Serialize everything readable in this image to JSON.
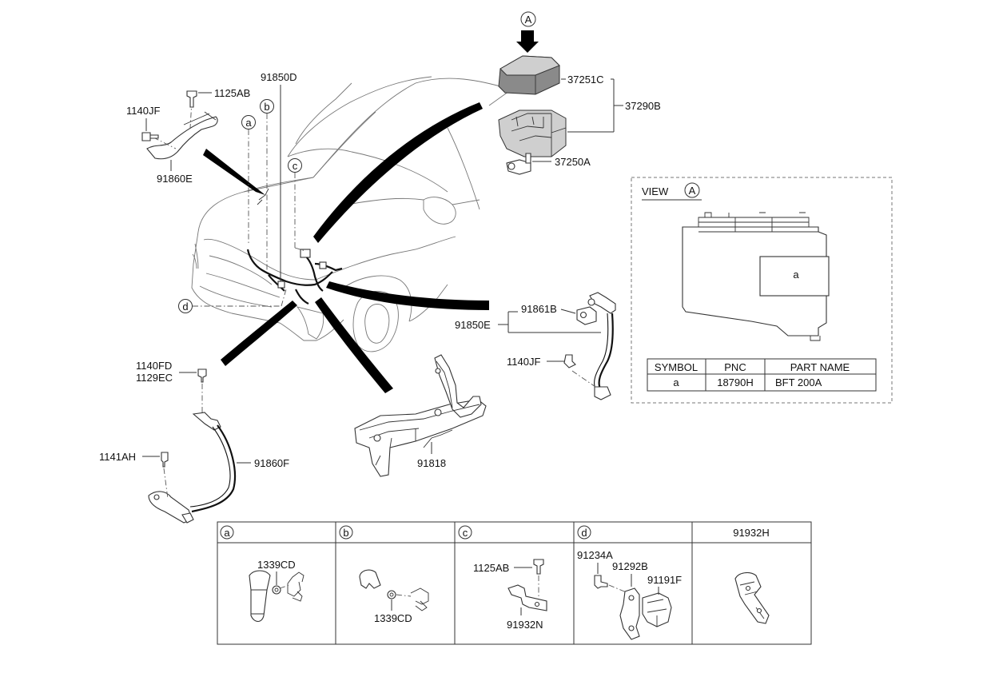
{
  "callouts": {
    "p1125AB_top": "1125AB",
    "p1140JF_left": "1140JF",
    "p91860E": "91860E",
    "p91850D": "91850D",
    "p37251C": "37251C",
    "p37290B": "37290B",
    "p37250A": "37250A",
    "p91861B": "91861B",
    "p91850E": "91850E",
    "p1140JF_right": "1140JF",
    "p1140FD": "1140FD",
    "p1129EC": "1129EC",
    "p1141AH": "1141AH",
    "p91860F": "91860F",
    "p91818": "91818"
  },
  "markers": {
    "A": "A",
    "a": "a",
    "b": "b",
    "c": "c",
    "d": "d"
  },
  "view": {
    "label": "VIEW",
    "marker": "A",
    "inner_label": "a",
    "table": {
      "headers": [
        "SYMBOL",
        "PNC",
        "PART NAME"
      ],
      "row": [
        "a",
        "18790H",
        "BFT 200A"
      ]
    }
  },
  "detail_panels": [
    {
      "marker": "a",
      "labels": [
        "1339CD"
      ]
    },
    {
      "marker": "b",
      "labels": [
        "1339CD"
      ]
    },
    {
      "marker": "c",
      "labels": [
        "1125AB",
        "91932N"
      ]
    },
    {
      "marker": "d",
      "labels": [
        "91234A",
        "91292B",
        "91191F"
      ]
    },
    {
      "title": "91932H",
      "labels": []
    }
  ]
}
